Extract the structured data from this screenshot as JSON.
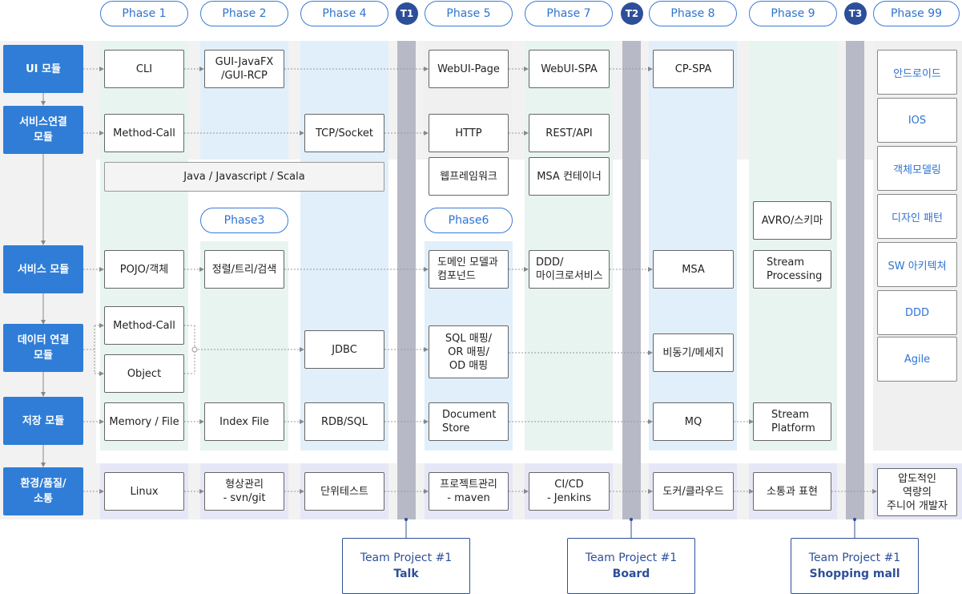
{
  "phases": {
    "p1": "Phase 1",
    "p2": "Phase 2",
    "p4": "Phase 4",
    "p5": "Phase 5",
    "p7": "Phase 7",
    "p8": "Phase 8",
    "p9": "Phase 9",
    "p99": "Phase 99",
    "p3": "Phase3",
    "p6": "Phase6"
  },
  "checkpoints": {
    "t1": "T1",
    "t2": "T2",
    "t3": "T3"
  },
  "rows": {
    "ui": "UI 모듈",
    "svc_conn": "서비스연결\n모듈",
    "svc": "서비스 모듈",
    "data_conn": "데이터 연결\n모듈",
    "storage": "저장 모듈",
    "env": "환경/품질/\n소통"
  },
  "boxes": {
    "cli": "CLI",
    "gui": "GUI-JavaFX\n/GUI-RCP",
    "webui_page": "WebUI-Page",
    "webui_spa": "WebUI-SPA",
    "cp_spa": "CP-SPA",
    "method_call": "Method-Call",
    "tcp": "TCP/Socket",
    "http": "HTTP",
    "rest": "REST/API",
    "lang": "Java / Javascript / Scala",
    "webfw": "웹프레임워크",
    "msa_container": "MSA 컨테이너",
    "avro": "AVRO/스키마",
    "pojo": "POJO/객체",
    "sort": "정렬/트리/검색",
    "domain": "도메인 모델과\n컴포넌드",
    "ddd_micro": "DDD/\n마이크로서비스",
    "msa": "MSA",
    "stream_proc": "Stream\nProcessing",
    "dc_method": "Method-Call",
    "dc_object": "Object",
    "jdbc": "JDBC",
    "sql_map": "SQL 매핑/\nOR 매핑/\nOD 매핑",
    "async": "비동기/메세지",
    "memfile": "Memory / File",
    "index": "Index File",
    "rdb": "RDB/SQL",
    "docstore": "Document\nStore",
    "mq": "MQ",
    "stream_plat": "Stream\nPlatform",
    "linux": "Linux",
    "vcs": "형상관리\n- svn/git",
    "unittest": "단위테스트",
    "pm": "프로젝트관리\n- maven",
    "cicd": "CI/CD\n- Jenkins",
    "docker": "도커/클라우드",
    "comm": "소통과 표현",
    "junior": "압도적인\n역량의\n주니어 개발자"
  },
  "phase99_items": [
    "안드로이드",
    "IOS",
    "객체모델링",
    "디자인 패턴",
    "SW 아키텍쳐",
    "DDD",
    "Agile"
  ],
  "teams": [
    {
      "label": "Team Project #1",
      "name": "Talk"
    },
    {
      "label": "Team Project #1",
      "name": "Board"
    },
    {
      "label": "Team Project #1",
      "name": "Shopping mall"
    }
  ],
  "colors": {
    "accent": "#2f7dd6",
    "navy": "#2d4f9a",
    "pill_text": "#2f73d0",
    "t_bar": "#b8b9c6"
  }
}
